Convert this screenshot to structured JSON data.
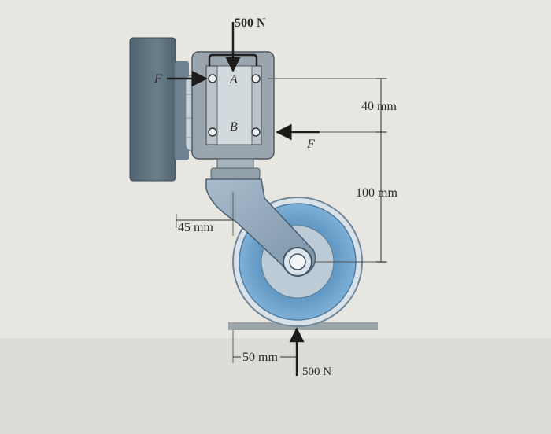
{
  "labels": {
    "top_force": "500 N",
    "bottom_force": "500 N",
    "force_left": "F",
    "force_right": "F",
    "point_a": "A",
    "point_b": "B",
    "dim_40": "40 mm",
    "dim_100": "100 mm",
    "dim_45": "45 mm",
    "dim_50": "50 mm"
  },
  "colors": {
    "wall": "#5b6f7c",
    "bracket": "#8d98a0",
    "caster_arm": "#8fa6bb",
    "wheel_tire": "#6ea0c8",
    "wheel_hub": "#bccbd6",
    "floor": "#9aa3a8"
  }
}
